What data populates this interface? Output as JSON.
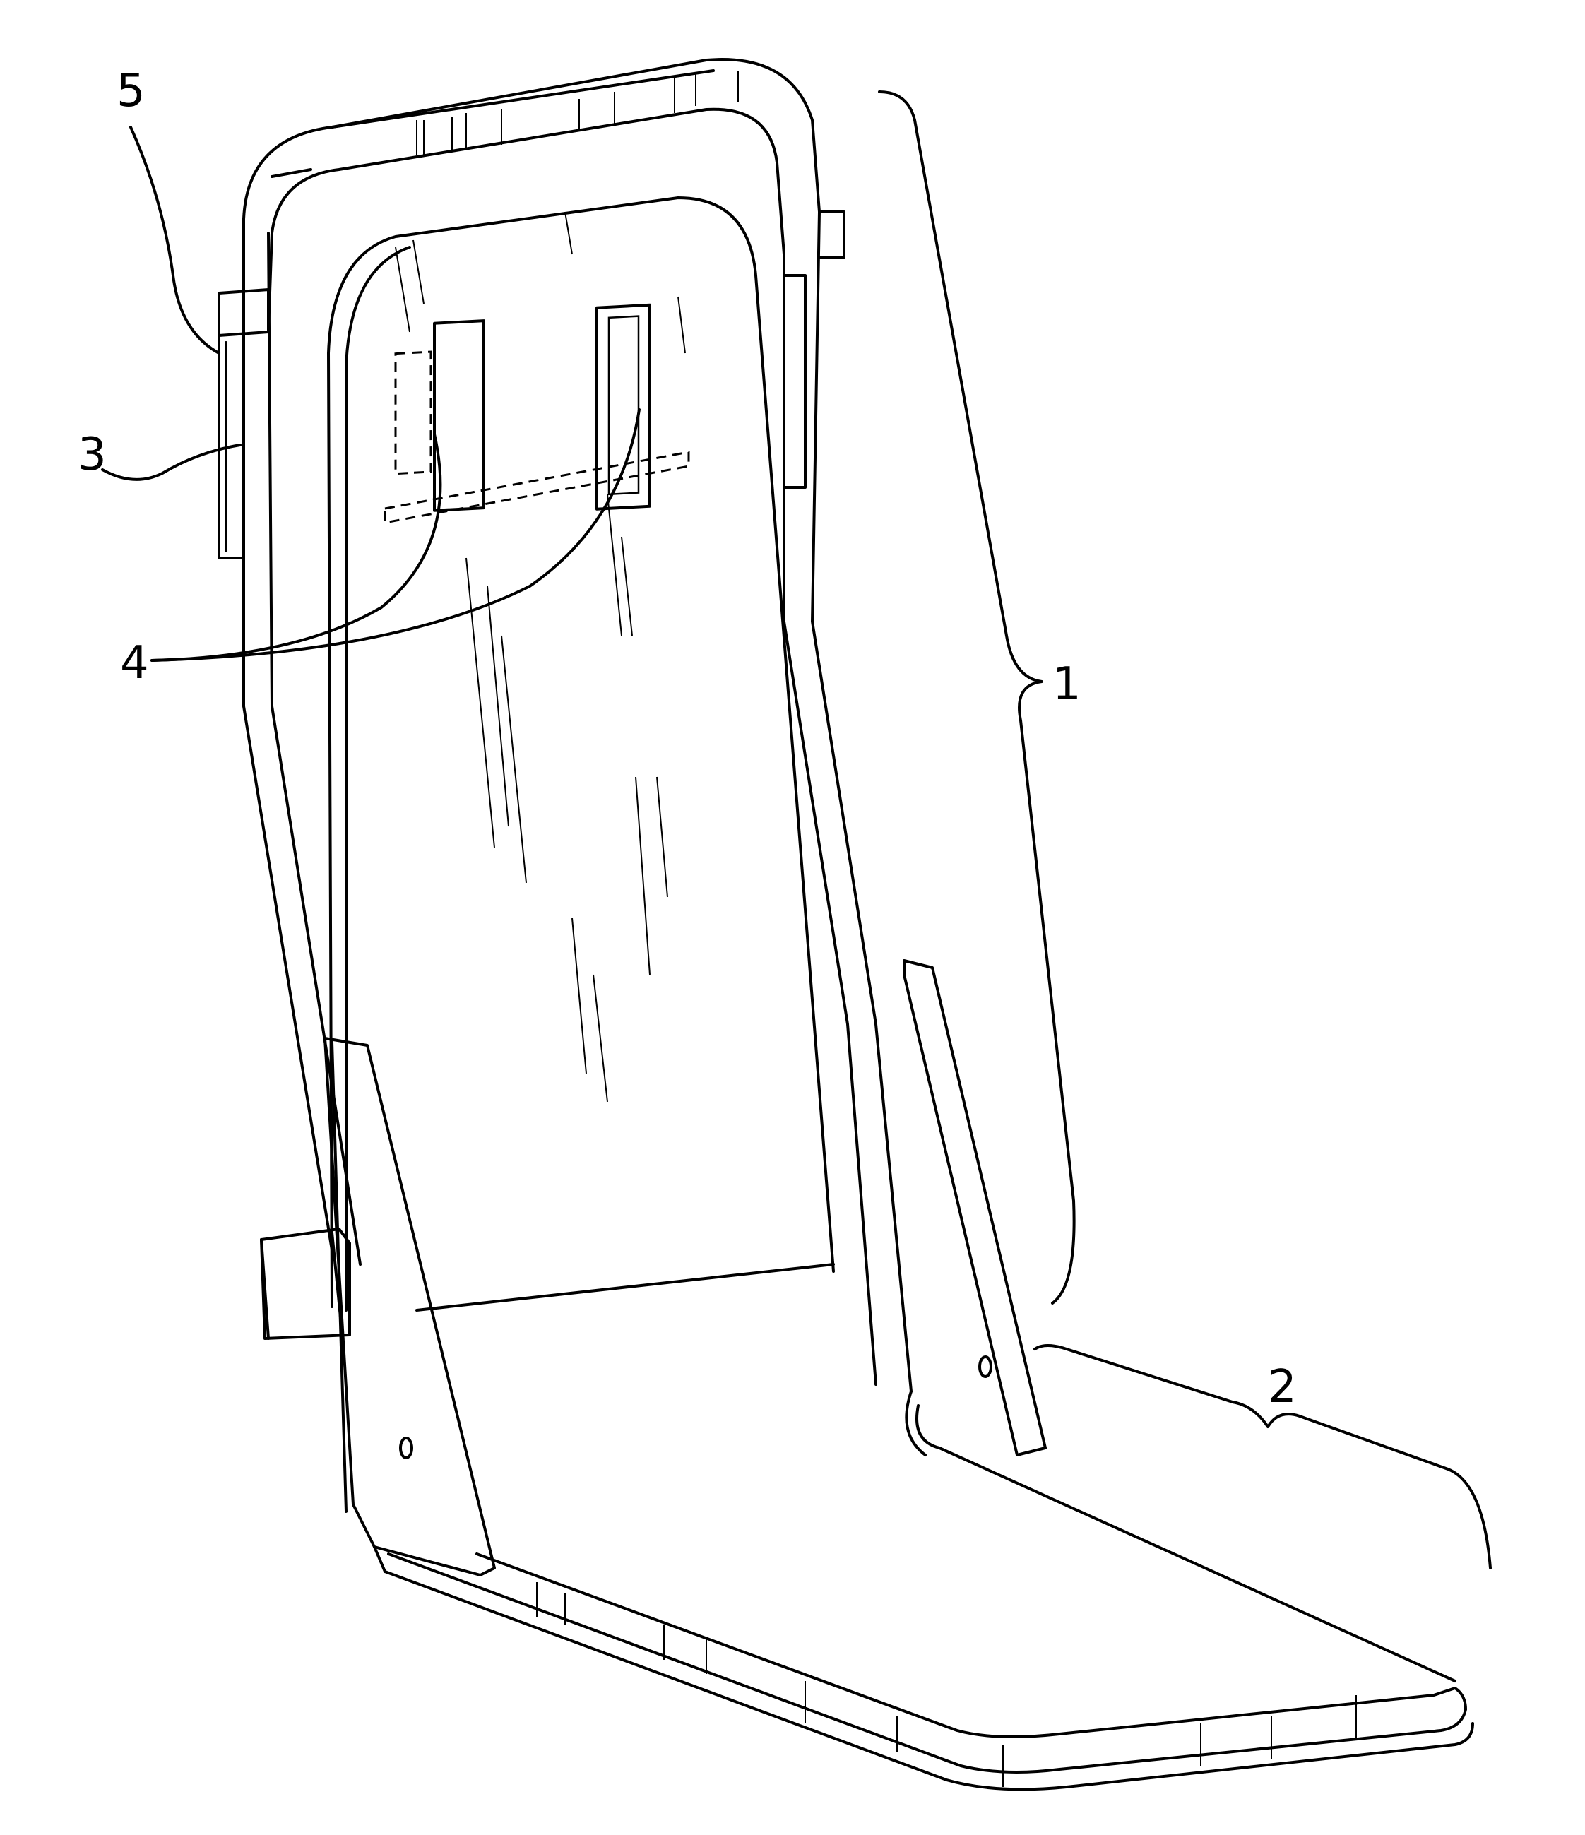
{
  "figure": {
    "labels": {
      "backrest_frame": "1",
      "seat_frame": "2",
      "side_cover": "3",
      "slots": "4",
      "clip": "5"
    }
  }
}
